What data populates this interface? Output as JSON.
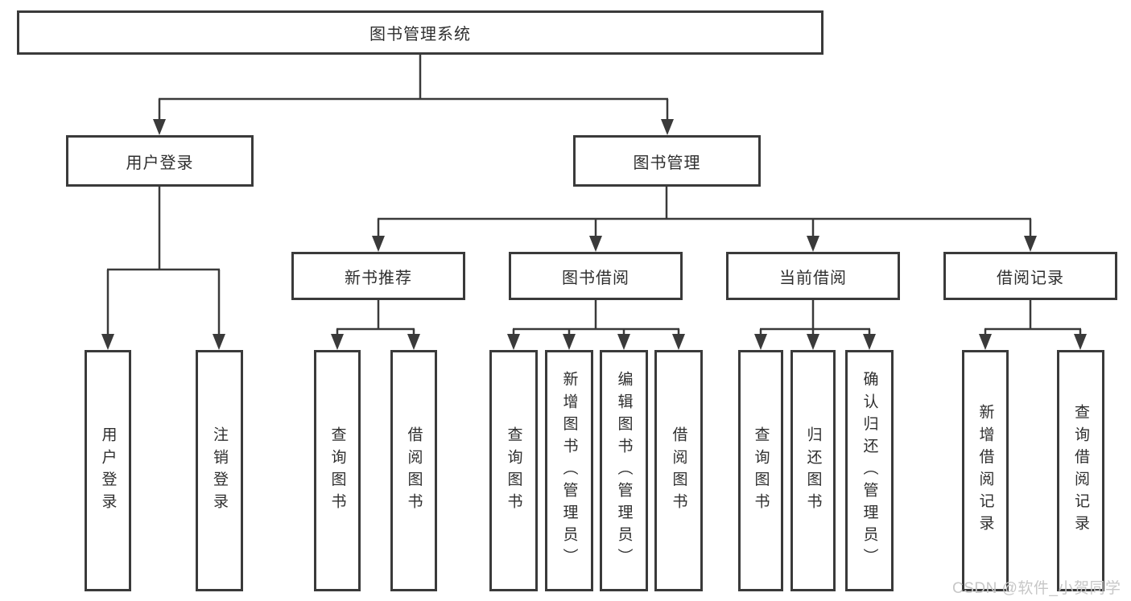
{
  "diagram": {
    "colors": {
      "line": "#3a3a3a",
      "box_fill": "#ffffff",
      "text": "#2f2f2f",
      "watermark": "#c7c7c7"
    },
    "root": {
      "label": "图书管理系统"
    },
    "level2": {
      "user_login": {
        "label": "用户登录"
      },
      "book_mgmt": {
        "label": "图书管理"
      }
    },
    "level3": {
      "new_book_rec": {
        "label": "新书推荐"
      },
      "book_borrow": {
        "label": "图书借阅"
      },
      "current_borrow": {
        "label": "当前借阅"
      },
      "borrow_record": {
        "label": "借阅记录"
      }
    },
    "leaves": {
      "login": {
        "label": "用户登录"
      },
      "logout": {
        "label": "注销登录"
      },
      "rec_query_book": {
        "label": "查询图书"
      },
      "rec_borrow_book": {
        "label": "借阅图书"
      },
      "bb_query_book": {
        "label": "查询图书"
      },
      "bb_add_book": {
        "label": "新增图书（管理员）"
      },
      "bb_edit_book": {
        "label": "编辑图书（管理员）"
      },
      "bb_borrow_book": {
        "label": "借阅图书"
      },
      "cb_query_book": {
        "label": "查询图书"
      },
      "cb_return_book": {
        "label": "归还图书"
      },
      "cb_confirm_return": {
        "label": "确认归还（管理员）"
      },
      "br_add_record": {
        "label": "新增借阅记录"
      },
      "br_query_record": {
        "label": "查询借阅记录"
      }
    },
    "watermark": "CSDN @软件_小贺同学"
  }
}
